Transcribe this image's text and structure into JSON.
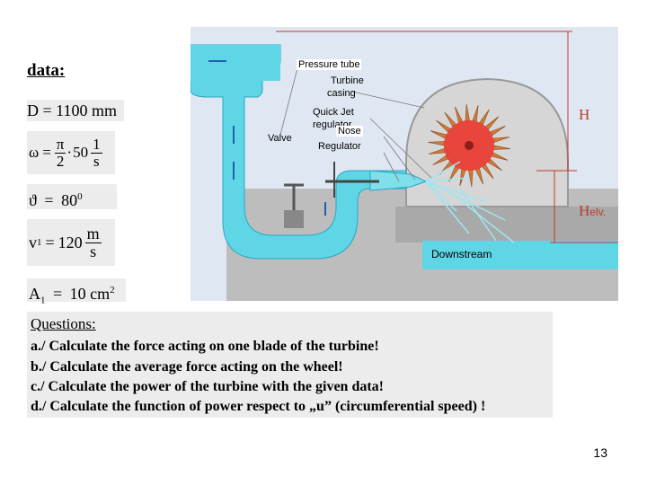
{
  "data_title": "data:",
  "formulas": {
    "D": {
      "symbol": "D",
      "eq": "=",
      "value": "1100 mm"
    },
    "omega": {
      "symbol": "ω",
      "eq": "=",
      "num": "π",
      "den": "2",
      "dot": "·",
      "factor": "50",
      "unit_num": "1",
      "unit_den": "s"
    },
    "theta": {
      "symbol": "ϑ",
      "eq": "=",
      "value": "80",
      "sup": "0"
    },
    "v1": {
      "symbol": "v",
      "sub": "1",
      "eq": "=",
      "value": "120",
      "unit_num": "m",
      "unit_den": "s"
    },
    "A1": {
      "symbol": "A",
      "sub": "1",
      "eq": "=",
      "value": "10 cm",
      "sup": "2"
    }
  },
  "diagram": {
    "labels": {
      "pressure_tube": "Pressure tube",
      "turbine": "Turbine",
      "casing": "casing",
      "quick_jet": "Quick Jet",
      "regulator_partial": "regulator",
      "nose": "Nose",
      "regulator": "Regulator",
      "valve": "Valve",
      "H": "H",
      "H_elv_main": "H",
      "H_elv_sub": "elv.",
      "downstream": "Downstream"
    },
    "colors": {
      "water": "#5fd6e6",
      "water_dark": "#2aa7c0",
      "runner": "#e8453c",
      "buckets": "#d27a3a",
      "casing": "#d8d8d8",
      "ground": "#b8b8b8",
      "dimension": "#c0392b"
    }
  },
  "questions": {
    "title": "Questions:",
    "items": [
      "a./ Calculate the force acting on one blade of the turbine!",
      "b./ Calculate the average force  acting on the wheel!",
      "c./ Calculate the power of the turbine with the given data!",
      "d./ Calculate the function of power respect to „u” (circumferential speed) !"
    ]
  },
  "page_number": "13"
}
